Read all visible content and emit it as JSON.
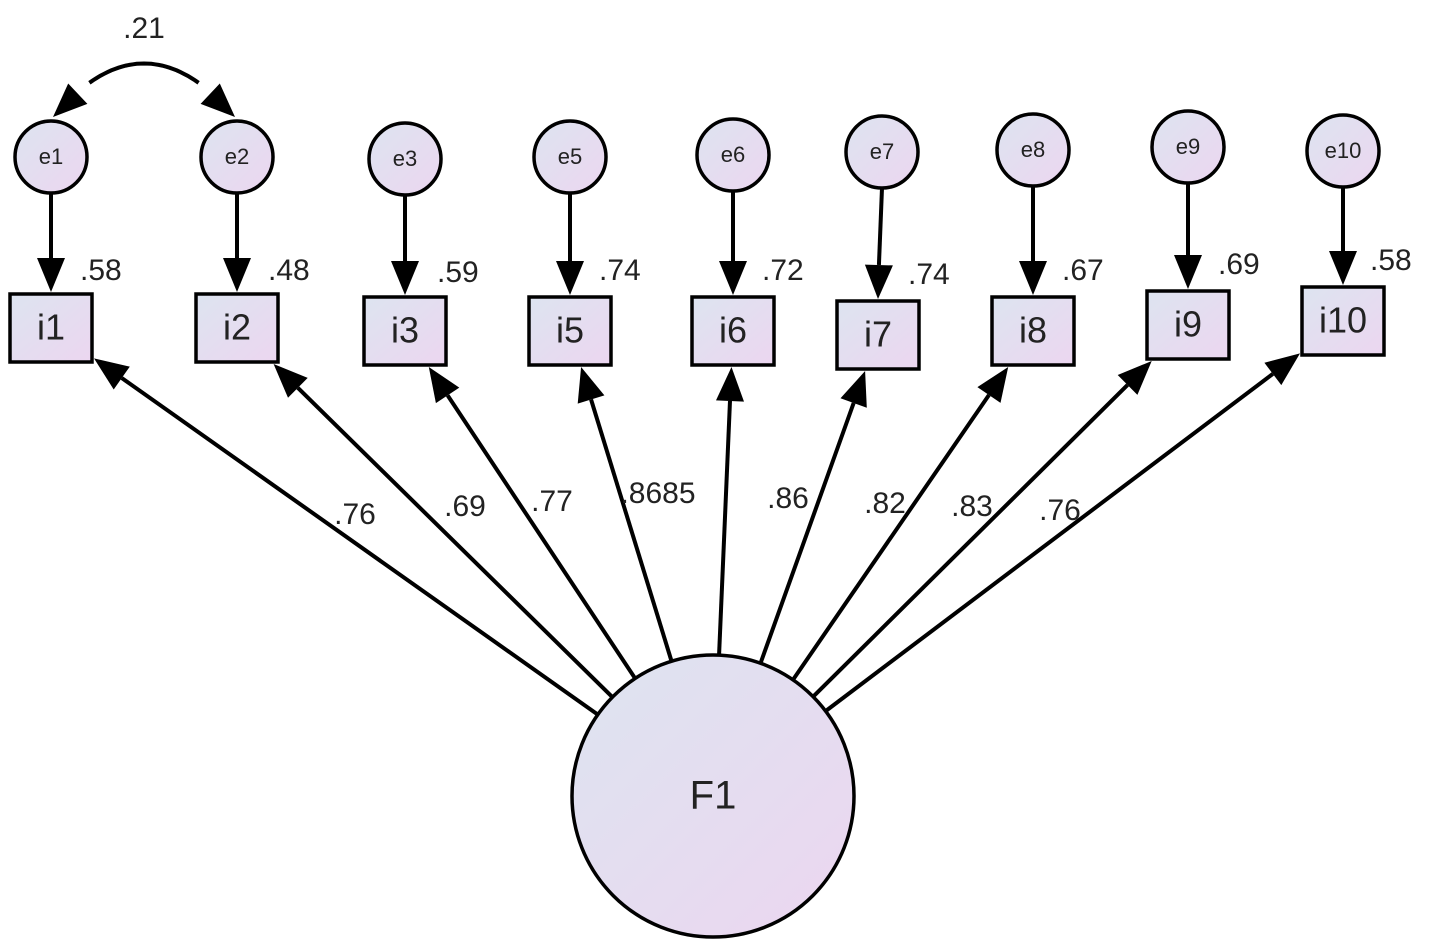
{
  "factor": {
    "label": "F1"
  },
  "covariance": {
    "label": ".21"
  },
  "items": [
    {
      "label": "i1",
      "error": "e1",
      "r2": ".58",
      "loading": ".76"
    },
    {
      "label": "i2",
      "error": "e2",
      "r2": ".48",
      "loading": ".69"
    },
    {
      "label": "i3",
      "error": "e3",
      "r2": ".59",
      "loading": ".77"
    },
    {
      "label": "i5",
      "error": "e5",
      "r2": ".74",
      "loading": ".8685"
    },
    {
      "label": "i6",
      "error": "e6",
      "r2": ".72",
      "loading": ".86"
    },
    {
      "label": "i7",
      "error": "e7",
      "r2": ".74",
      "loading": ".82"
    },
    {
      "label": "i8",
      "error": "e8",
      "r2": ".67",
      "loading": ".83"
    },
    {
      "label": "i9",
      "error": "e9",
      "r2": ".69",
      "loading": ".76"
    },
    {
      "label": "i10",
      "error": "e10",
      "r2": ".58",
      "loading": ""
    }
  ],
  "colors": {
    "fill_start": "#dde4f0",
    "fill_end": "#ecd6f0",
    "stroke": "#000000",
    "text": "#222222"
  }
}
